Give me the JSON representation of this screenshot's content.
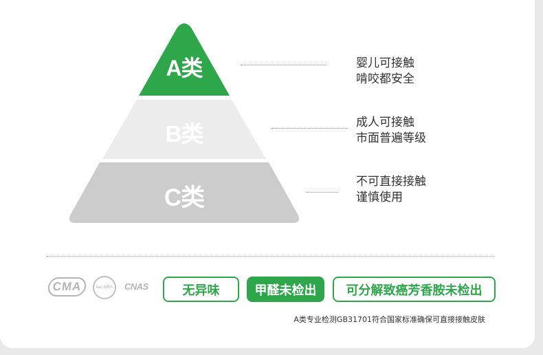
{
  "colors": {
    "tier_a": "#2ea64a",
    "tier_b": "#ececec",
    "tier_c": "#cccccc",
    "accent": "#2ea64a"
  },
  "pyramid": {
    "tiers": [
      {
        "label": "A类",
        "lines": [
          "婴儿可接触",
          "啃咬都安全"
        ]
      },
      {
        "label": "B类",
        "lines": [
          "成人可接触",
          "市面普遍等级"
        ]
      },
      {
        "label": "C类",
        "lines": [
          "不可直接接触",
          "谨慎使用"
        ]
      }
    ]
  },
  "certifications": {
    "logos": [
      "CMA",
      "ilac-MRA",
      "CNAS"
    ],
    "badges": [
      "无异味",
      "甲醛未检出",
      "可分解致癌芳香胺未检出"
    ]
  },
  "footnote": "A类专业检测GB31701符合国家标准确保可直接接触皮肤"
}
